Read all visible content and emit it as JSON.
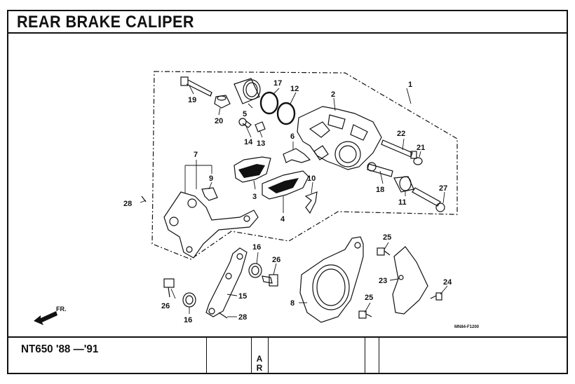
{
  "page": {
    "title": "REAR BRAKE CALIPER",
    "model": "NT650 '88 —'91",
    "footer_vertical_text": "AR",
    "diagram_code": "MN84-F1200",
    "direction_label": "FR."
  },
  "parts": [
    {
      "id": "p1",
      "label": "1"
    },
    {
      "id": "p2",
      "label": "2"
    },
    {
      "id": "p3",
      "label": "3"
    },
    {
      "id": "p4",
      "label": "4"
    },
    {
      "id": "p5",
      "label": "5"
    },
    {
      "id": "p6",
      "label": "6"
    },
    {
      "id": "p7",
      "label": "7"
    },
    {
      "id": "p8",
      "label": "8"
    },
    {
      "id": "p9",
      "label": "9"
    },
    {
      "id": "p10",
      "label": "10"
    },
    {
      "id": "p11",
      "label": "11"
    },
    {
      "id": "p12",
      "label": "12"
    },
    {
      "id": "p13",
      "label": "13"
    },
    {
      "id": "p14",
      "label": "14"
    },
    {
      "id": "p15",
      "label": "15"
    },
    {
      "id": "p16a",
      "label": "16"
    },
    {
      "id": "p16b",
      "label": "16"
    },
    {
      "id": "p17",
      "label": "17"
    },
    {
      "id": "p18",
      "label": "18"
    },
    {
      "id": "p19",
      "label": "19"
    },
    {
      "id": "p20",
      "label": "20"
    },
    {
      "id": "p21",
      "label": "21"
    },
    {
      "id": "p22",
      "label": "22"
    },
    {
      "id": "p23",
      "label": "23"
    },
    {
      "id": "p24",
      "label": "24"
    },
    {
      "id": "p25a",
      "label": "25"
    },
    {
      "id": "p25b",
      "label": "25"
    },
    {
      "id": "p26a",
      "label": "26"
    },
    {
      "id": "p26b",
      "label": "26"
    },
    {
      "id": "p27",
      "label": "27"
    },
    {
      "id": "p28a",
      "label": "28"
    },
    {
      "id": "p28b",
      "label": "28"
    }
  ]
}
